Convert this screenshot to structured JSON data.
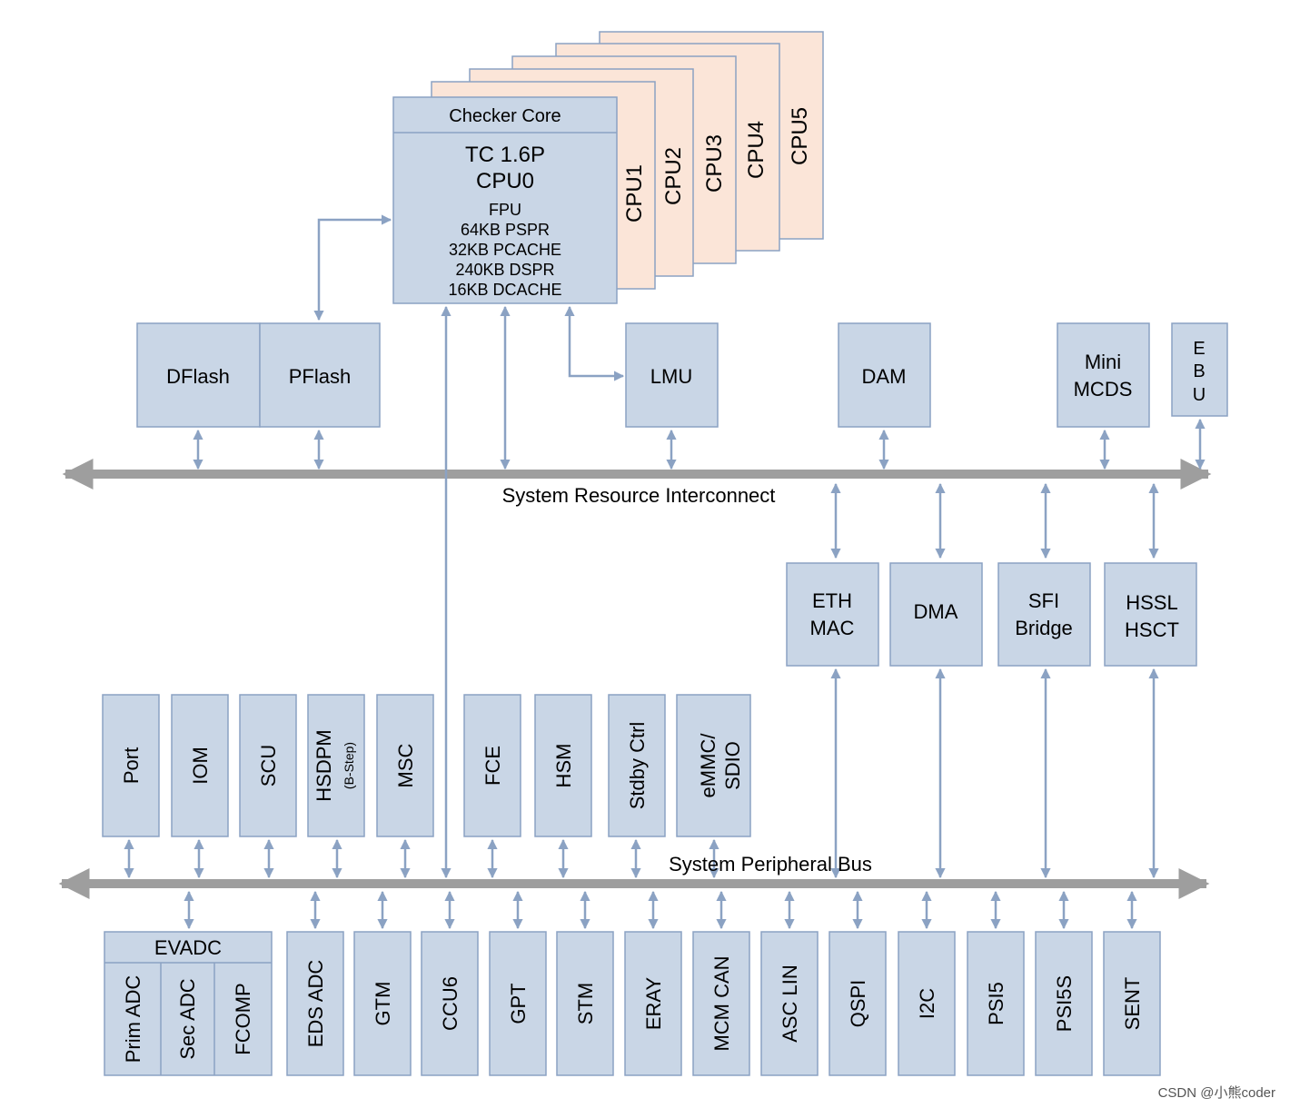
{
  "cpus": {
    "cpu1": "CPU1",
    "cpu2": "CPU2",
    "cpu3": "CPU3",
    "cpu4": "CPU4",
    "cpu5": "CPU5"
  },
  "cpu0": {
    "header": "Checker Core",
    "title_line1": "TC 1.6P",
    "title_line2": "CPU0",
    "details": [
      "FPU",
      "64KB PSPR",
      "32KB PCACHE",
      "240KB DSPR",
      "16KB DCACHE"
    ]
  },
  "memory": {
    "dflash": "DFlash",
    "pflash": "PFlash",
    "lmu": "LMU",
    "dam": "DAM",
    "mini_mcds_line1": "Mini",
    "mini_mcds_line2": "MCDS",
    "ebu_letters": [
      "E",
      "B",
      "U"
    ]
  },
  "buses": {
    "resource": "System Resource Interconnect",
    "peripheral": "System Peripheral Bus"
  },
  "bridges": {
    "eth_line1": "ETH",
    "eth_line2": "MAC",
    "dma": "DMA",
    "sfi_line1": "SFI",
    "sfi_line2": "Bridge",
    "hssl_line1": "HSSL",
    "hssl_line2": "HSCT"
  },
  "upper_peripherals": {
    "port": "Port",
    "iom": "IOM",
    "scu": "SCU",
    "hsdpm": "HSDPM",
    "hsdpm_sub": "(B-Step)",
    "msc": "MSC",
    "fce": "FCE",
    "hsm": "HSM",
    "stdby": "Stdby Ctrl",
    "emmc_line1": "eMMC/",
    "emmc_line2": "SDIO"
  },
  "lower_peripherals": {
    "evadc": "EVADC",
    "prim_adc": "Prim ADC",
    "sec_adc": "Sec ADC",
    "fcomp": "FCOMP",
    "eds_adc": "EDS ADC",
    "gtm": "GTM",
    "ccu6": "CCU6",
    "gpt": "GPT",
    "stm": "STM",
    "eray": "ERAY",
    "mcm_can": "MCM CAN",
    "asc_lin": "ASC LIN",
    "qspi": "QSPI",
    "i2c": "I2C",
    "psi5": "PSI5",
    "psi5s": "PSI5S",
    "sent": "SENT"
  },
  "watermark": "CSDN @小熊coder"
}
